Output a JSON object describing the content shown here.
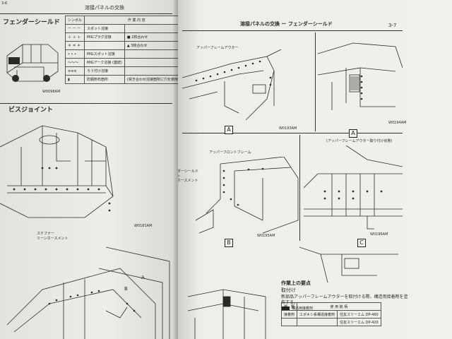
{
  "left_page": {
    "corner_number": "3-6",
    "running_title": "溶接パネルの交換",
    "section_title": "フェンダーシールド",
    "legend_headers": {
      "symbol": "シンボル",
      "work": "作 業 内 容"
    },
    "legend_rows": [
      {
        "symbol": "ー ー ー",
        "text": "スポット溶接",
        "note": ""
      },
      {
        "symbol": "＋ ＋ ＋",
        "text": "MIGプラグ溶接",
        "note": "■ 2枚合わせ"
      },
      {
        "symbol": "＊ ＊ ＊",
        "text": "",
        "note": "▲ 3枚合わせ"
      },
      {
        "symbol": "• • •",
        "text": "MIGスポット溶接",
        "note": ""
      },
      {
        "symbol": "～～～",
        "text": "MIGアーク溶接 (連続)",
        "note": ""
      },
      {
        "symbol": "≡≡≡",
        "text": "ろう付け溶接",
        "note": ""
      },
      {
        "symbol": "▮",
        "text": "防錆剤布箇所",
        "note": "(突き合わせ溶接箇所に穴を使用し...)"
      }
    ],
    "figure_code_1": "W0098AM",
    "figure_code_2": "W0181AM",
    "subsection_title": "ビスジョイント",
    "callout_stiffener": "ステフナー\nリーンホースメント",
    "callout_A": "A",
    "callout_B": "B"
  },
  "right_page": {
    "running_title": "溶接パネルの交換 ー フェンダーシールド",
    "page_number": "3-7",
    "label_upper_frame_outer": "アッパーフレームアウター",
    "label_upper_front_frame": "アッパーフロントフレーム",
    "label_fender_shield": "フェンダーシールド\nフロント\nリーンホースメント",
    "label_upper_frame_detail": "(アッパーフレームアウター取り付け状態)",
    "figure_codes": [
      "W0193AM",
      "W0194AM",
      "W0195AM",
      "W0196AM"
    ],
    "view_labels": [
      "A",
      "A",
      "B",
      "C"
    ],
    "notes_heading": "作業上の要点",
    "notes_subheading": "取付け",
    "notes_body_1": "新部品アッパーフレームアウターを取付ける際、構造用接着剤を塗",
    "notes_body_2": "布する。",
    "legend_key": "構造用接着剤",
    "materials_headers": [
      "種　類",
      "使 用 銘 柄"
    ],
    "materials_rows": [
      {
        "type": "接着剤",
        "product": "エポキシ系構造接着剤",
        "brand": "住友スリーエム DP-460"
      },
      {
        "type": "",
        "product": "",
        "brand": "住友スリーエム DP-420"
      }
    ]
  }
}
